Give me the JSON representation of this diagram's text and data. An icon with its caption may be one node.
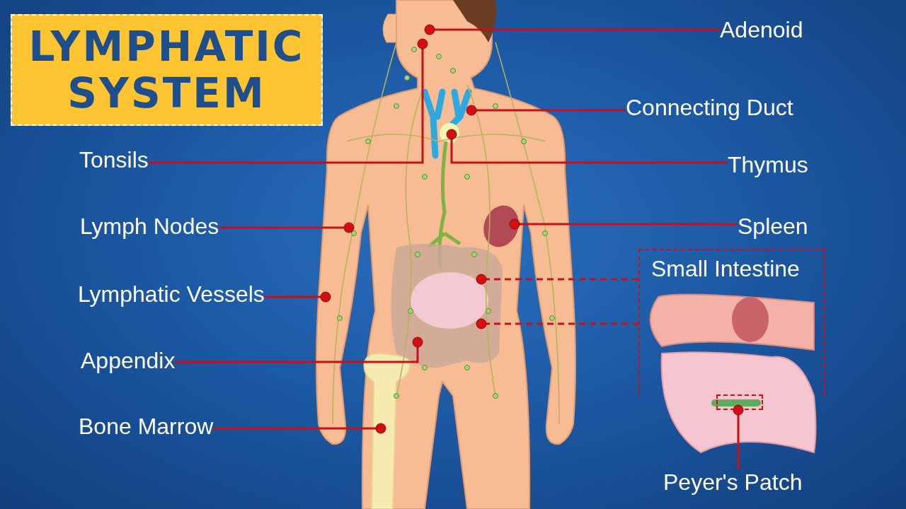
{
  "diagram": {
    "title": "LYMPHATIC SYSTEM",
    "nodes": [
      {
        "text": [
          "Adenoid"
        ]
      },
      {
        "text": [
          "Connecting Duct"
        ]
      },
      {
        "text": [
          "Tonsils"
        ]
      },
      {
        "text": [
          "Thymus"
        ]
      },
      {
        "text": [
          "Lymph Nodes"
        ]
      },
      {
        "text": [
          "Spleen"
        ]
      },
      {
        "text": [
          "Small Intestine"
        ]
      },
      {
        "text": [
          "Lymphatic Vessels"
        ]
      },
      {
        "text": [
          "Appendix"
        ]
      },
      {
        "text": [],
        "shape": "box"
      },
      {
        "text": [
          "Bone Marrow"
        ]
      },
      {
        "text": [
          "Peyer's Patch"
        ]
      }
    ],
    "edges": [
      {
        "from": 0,
        "to": null,
        "arrow": "other"
      },
      {
        "from": 1,
        "to": null,
        "arrow": "other"
      },
      {
        "from": 2,
        "to": null,
        "arrow": "other"
      },
      {
        "from": 3,
        "to": null,
        "arrow": "other"
      },
      {
        "from": 4,
        "to": null,
        "arrow": "other"
      },
      {
        "from": 5,
        "to": null,
        "arrow": "other"
      },
      {
        "from": 6,
        "to": null,
        "arrow": "other",
        "style": "dashed"
      },
      {
        "from": 6,
        "to": null,
        "arrow": "other",
        "style": "dashed"
      },
      {
        "from": 7,
        "to": null,
        "arrow": "other"
      },
      {
        "from": 8,
        "to": null,
        "arrow": "other"
      },
      {
        "from": 10,
        "to": null,
        "arrow": "other"
      },
      {
        "from": 11,
        "to": 9,
        "arrow": "other"
      }
    ]
  }
}
